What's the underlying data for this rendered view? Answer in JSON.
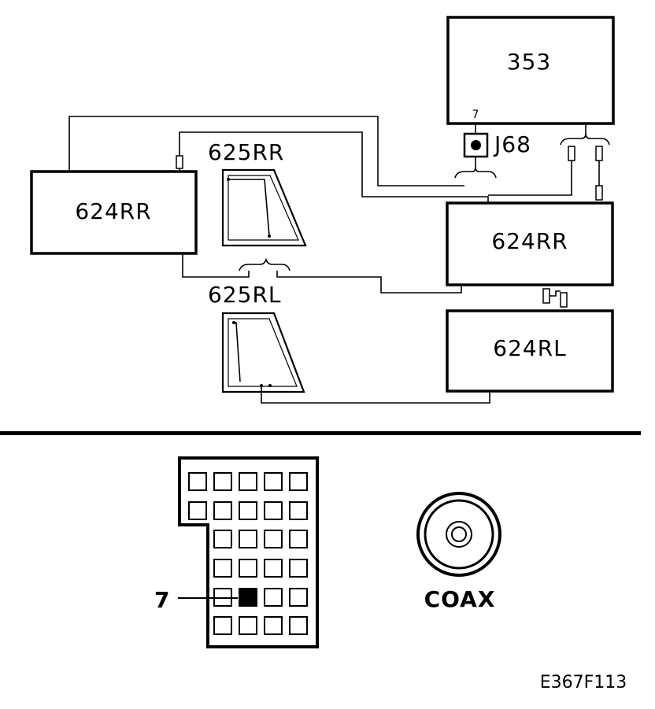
{
  "labels": {
    "unit_353": "353",
    "left_amp": "624RR",
    "right_amp_top": "624RR",
    "right_amp_bottom": "624RL",
    "speaker_rr": "625RR",
    "speaker_rl": "625RL",
    "jack": "J68",
    "pin_top": "7",
    "pin_callout": "7",
    "coax": "COAX",
    "figure_id": "E367F113"
  },
  "connector": {
    "highlighted_pin": 7
  }
}
